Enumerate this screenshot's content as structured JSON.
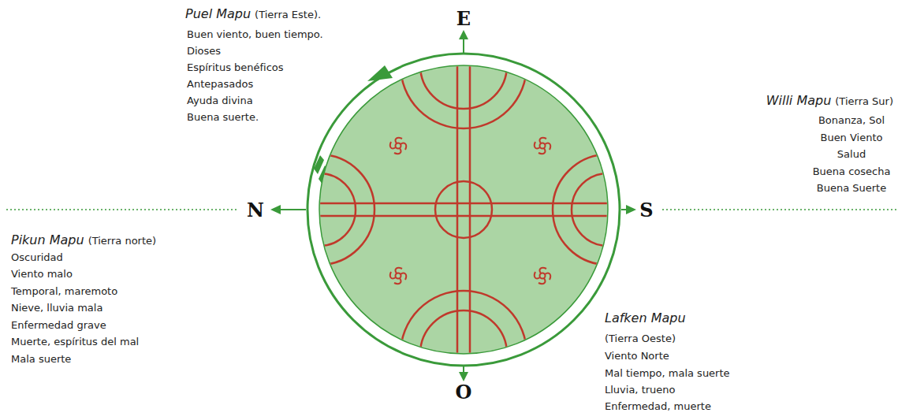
{
  "diagram": {
    "labels": [
      "E",
      "N",
      "S",
      "O",
      "Puel Mapu",
      "(Tierra Este).",
      "Buen viento, buen tiempo.",
      "Dioses",
      "Espíritus benéficos",
      "Antepasados",
      "Ayuda divina",
      "Buena suerte.",
      "Willi Mapu",
      "(Tierra Sur)",
      "Bonanza, Sol",
      "Buen Viento",
      "Salud",
      "Buena cosecha",
      "Buena Suerte",
      "Pikun Mapu",
      "(Tierra norte)",
      "Oscuridad",
      "Viento malo",
      "Temporal, maremoto",
      "Nieve, lluvia mala",
      "Enfermedad grave",
      "Muerte, espíritus del mal",
      "Mala suerte",
      "Lafken Mapu",
      "(Tierra Oeste)",
      "Viento Norte",
      "Mal tiempo, mala suerte",
      "Lluvia, trueno",
      "Enfermedad, muerte"
    ]
  }
}
